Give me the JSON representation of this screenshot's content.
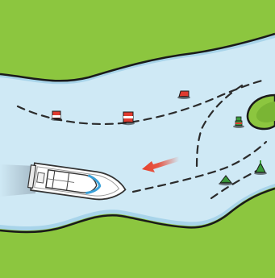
{
  "scene": {
    "kind": "river-navigation-illustration",
    "colors": {
      "land": "#8cc63f",
      "land_shade": "#7ab534",
      "water": "#cfe9f5",
      "water_edge": "#a8d4ea",
      "shore_line": "#1a1a1a",
      "channel_line": "#2b2b2b",
      "red_buoy": "#e03a2f",
      "green_buoy": "#3a9a3a",
      "boat_hull": "#ffffff",
      "boat_outline": "#333333",
      "boat_window": "#3aa0d8",
      "arrow": "#e8402a"
    },
    "markers": [
      {
        "type": "red-can-buoy",
        "count": 3
      },
      {
        "type": "green-cone-buoy",
        "count": 2
      },
      {
        "type": "green-red-junction-buoy",
        "count": 1
      }
    ],
    "vessel": {
      "type": "motor-cruiser",
      "direction": "left-downstream"
    },
    "indicator": {
      "type": "direction-arrow",
      "icon": "arrow-left-icon"
    }
  }
}
